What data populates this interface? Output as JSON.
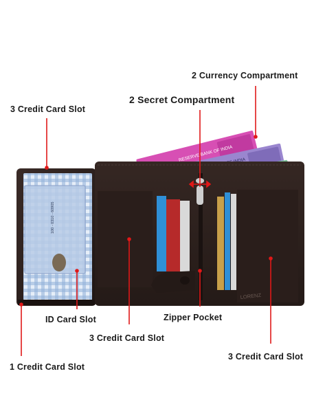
{
  "labels": {
    "currency_compartment": "2 Currency Compartment",
    "secret_compartment": "2 Secret Compartment",
    "credit_card_slot_top_left": "3 Credit Card Slot",
    "id_card_slot": "ID Card Slot",
    "zipper_pocket": "Zipper Pocket",
    "credit_card_slot_middle": "3 Credit Card Slot",
    "credit_card_slot_right": "3 Credit Card Slot",
    "credit_card_slot_bottom_left": "1 Credit Card Slot"
  },
  "banknote_text": {
    "note_front": "RESERVE BANK OF INDIA",
    "note_back": "RESERVE BANK OF INDIA"
  },
  "id_card_text": {
    "number": "100 - 0310 - 60905"
  },
  "brand": "LORENZ",
  "colors": {
    "annotation_red": "#e01818",
    "wallet_leather": "#2b1f1c",
    "note_pink": "#d74fb4",
    "note_purple": "#9a86cf",
    "note_green": "#7cc49a"
  }
}
